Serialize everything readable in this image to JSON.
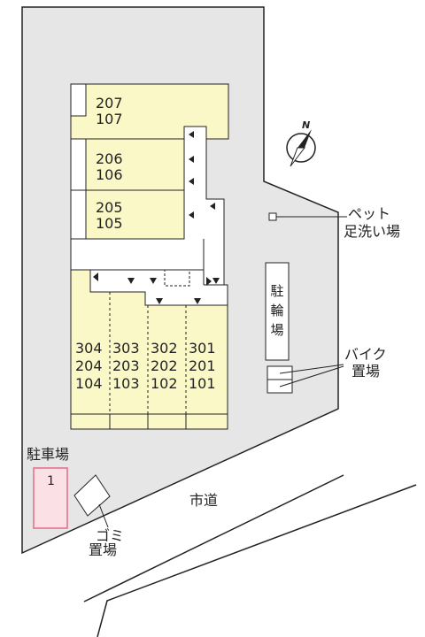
{
  "building_north": {
    "units": [
      {
        "upper": "207",
        "lower": "107"
      },
      {
        "upper": "206",
        "lower": "106"
      },
      {
        "upper": "205",
        "lower": "105"
      }
    ]
  },
  "building_south": {
    "columns": [
      {
        "units": [
          "304",
          "204",
          "104"
        ]
      },
      {
        "units": [
          "303",
          "203",
          "103"
        ]
      },
      {
        "units": [
          "302",
          "202",
          "102"
        ]
      },
      {
        "units": [
          "301",
          "201",
          "101"
        ]
      }
    ]
  },
  "labels": {
    "pet_wash_line1": "ペット",
    "pet_wash_line2": "足洗い場",
    "bicycle_parking": "駐輪場",
    "bike_parking_line1": "バイク",
    "bike_parking_line2": "置場",
    "car_parking": "駐車場",
    "parking_space": "1",
    "garbage_line1": "ゴミ",
    "garbage_line2": "置場",
    "city_road": "市道",
    "north_mark": "N"
  },
  "colors": {
    "lot": "#e6e6e6",
    "building": "#fbf8c8",
    "outline": "#222222",
    "parking_fill": "#fbe0e6",
    "parking_border": "#e46a86"
  }
}
